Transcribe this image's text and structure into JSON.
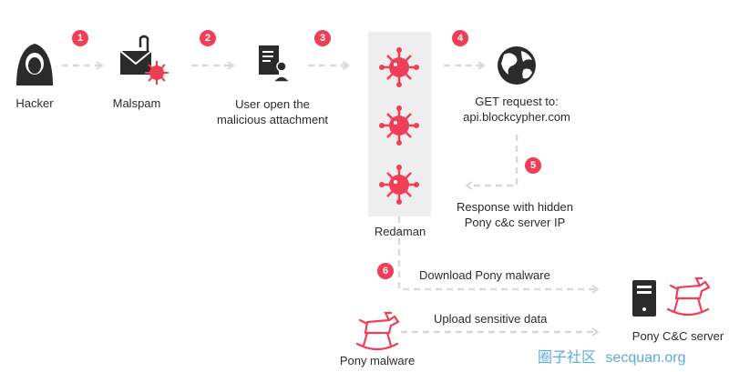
{
  "colors": {
    "accent": "#ee3f57",
    "dark": "#2b2b2b",
    "arrow": "#d9d9d9",
    "panel": "#eeeeee",
    "watermark": "#5aa9e6"
  },
  "nodes": {
    "hacker": {
      "label": "Hacker",
      "icon": "hooded-hacker-icon"
    },
    "malspam": {
      "label": "Malspam",
      "icon": "email-attachment-virus-icon"
    },
    "user": {
      "line1": "User open the",
      "line2": "malicious attachment",
      "icon": "document-user-icon"
    },
    "redaman": {
      "label": "Redaman",
      "icon": "virus-icon"
    },
    "get_request": {
      "line1": "GET request to:",
      "line2": "api.blockcypher.com",
      "icon": "globe-icon"
    },
    "response": {
      "line1": "Response with hidden",
      "line2": "Pony c&c server IP"
    },
    "download": {
      "label": "Download Pony malware"
    },
    "upload": {
      "label": "Upload sensitive data"
    },
    "pony_malware": {
      "label": "Pony malware",
      "icon": "rocking-horse-icon"
    },
    "pony_server": {
      "label": "Pony C&C server",
      "icon": "server-icon"
    }
  },
  "steps": [
    "1",
    "2",
    "3",
    "4",
    "5",
    "6"
  ],
  "watermark": {
    "chinese": "圈子社区",
    "domain": "secquan.org"
  }
}
